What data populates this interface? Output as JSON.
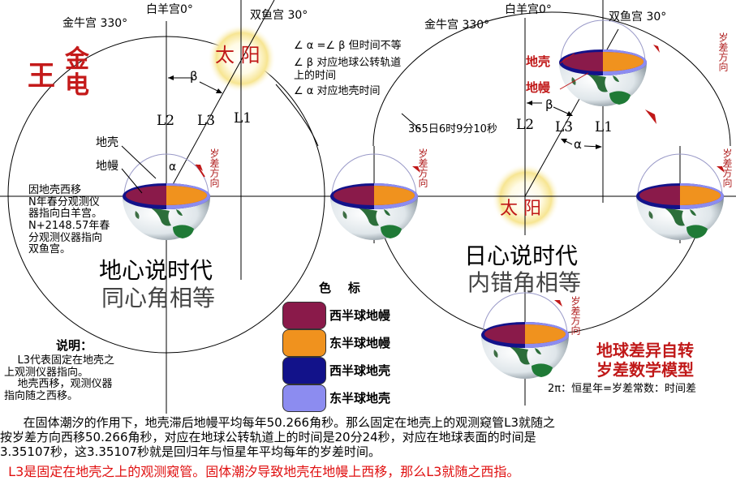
{
  "colors": {
    "west_mantle": "#8a1a4a",
    "east_mantle": "#f0921e",
    "west_crust": "#12128a",
    "east_crust": "#8c8cf0",
    "sun_glow": "#f5e08a",
    "red_text": "#c01818"
  },
  "seal": {
    "char1": "金",
    "char2": "电",
    "char3": "王"
  },
  "left_diagram": {
    "zodiac_taurus": "金牛宫 330°",
    "zodiac_aries": "白羊宫0°",
    "zodiac_pisces": "双鱼宫 30°",
    "sun_label": "太 阳",
    "beta_label": "β",
    "alpha_label": "α",
    "L1": "L1",
    "L2": "L2",
    "L3": "L3",
    "crust_label": "地壳",
    "mantle_label": "地幔",
    "precession_direction": "岁差方向",
    "west_shift_note": "因地壳西移\nN年春分观测仪\n器指向白羊宫。\nN+2148.57年春\n分观测仪器指向\n双鱼宫。",
    "era_title": "地心说时代",
    "era_subtitle": "同心角相等"
  },
  "angle_notes": {
    "line1": "∠ α =∠ β  但时间不等",
    "line2": "∠ β 对应地球公转轨道",
    "line3": "上的时间",
    "line4": "∠ α 对应地壳时间"
  },
  "right_diagram": {
    "zodiac_taurus": "金牛宫 330°",
    "zodiac_aries": "白羊宫0°",
    "zodiac_pisces": "双鱼宫 30°",
    "crust_label": "地壳",
    "mantle_label": "地幔",
    "beta_label": "β",
    "alpha_label": "α",
    "L1": "L1",
    "L2": "L2",
    "L3": "L3",
    "year_length": "365日6时9分10秒",
    "sun_label": "太 阳",
    "precession_direction": "岁差方向",
    "era_title": "日心说时代",
    "era_subtitle": "内错角相等",
    "model_title_line1": "地球差异自转",
    "model_title_line2": "岁差数学模型",
    "formula": "2π：恒星年=岁差常数：时间差"
  },
  "legend": {
    "title": "色    标",
    "items": [
      {
        "label": "西半球地幔",
        "color": "#8a1a4a"
      },
      {
        "label": "东半球地幔",
        "color": "#f0921e"
      },
      {
        "label": "西半球地壳",
        "color": "#12128a"
      },
      {
        "label": "东半球地壳",
        "color": "#8c8cf0"
      }
    ]
  },
  "explanation": {
    "title": "说明：",
    "text": "    L3代表固定在地壳之\n上观测仪器指向。\n    地壳西移，观测仪器\n指向随之西移。"
  },
  "bottom_text": {
    "line1": "      在固体潮汐的作用下，地壳滞后地幔平均每年50.266角秒。那么固定在地壳上的观测窥管L3就随之",
    "line2": "按岁差方向西移50.266角秒，对应在地球公转轨道上的时间是20分24秒，对应在地球表面的时间是",
    "line3": "3.35107秒，这3.35107秒就是回归年与恒星年平均每年的岁差时间。",
    "red_line": "  L3是固定在地壳之上的观测窥管。固体潮汐导致地壳在地幔上西移，那么L3就随之西指。"
  }
}
